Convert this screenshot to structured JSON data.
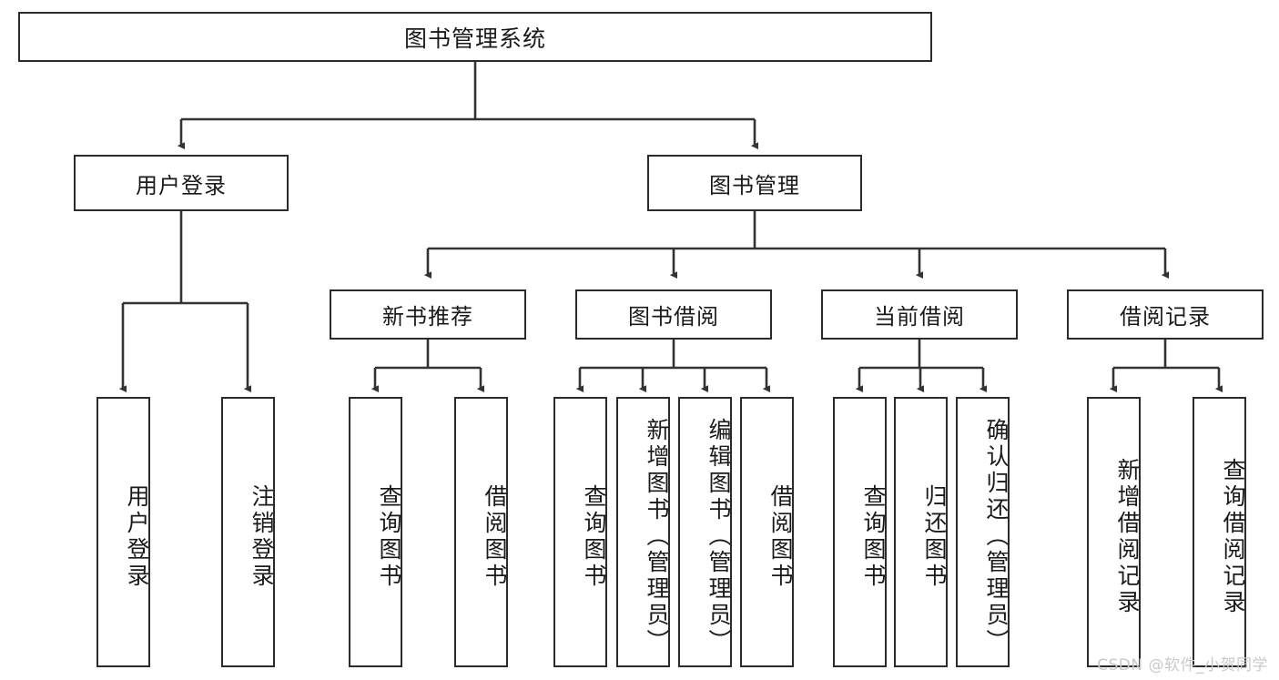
{
  "diagram": {
    "title": "图书管理系统",
    "type": "tree",
    "watermark": "CSDN @软件_小贺同学",
    "colors": {
      "box_border": "#2b2b2b",
      "box_fill": "#ffffff",
      "connector": "#333333",
      "text": "#1a1a1a",
      "watermark": "#c9c9c9"
    },
    "nodes": {
      "root": {
        "label": "图书管理系统",
        "level": 1
      },
      "level2": [
        {
          "id": "user-login",
          "label": "用户登录"
        },
        {
          "id": "book-manage",
          "label": "图书管理"
        }
      ],
      "level3": [
        {
          "id": "new-book-recommend",
          "label": "新书推荐",
          "parent": "book-manage"
        },
        {
          "id": "book-borrow",
          "label": "图书借阅",
          "parent": "book-manage"
        },
        {
          "id": "current-borrow",
          "label": "当前借阅",
          "parent": "book-manage"
        },
        {
          "id": "borrow-record",
          "label": "借阅记录",
          "parent": "book-manage"
        }
      ],
      "leaves": [
        {
          "id": "leaf-user-login",
          "label": "用户登录",
          "parent": "user-login"
        },
        {
          "id": "leaf-logout-login",
          "label": "注销登录",
          "parent": "user-login"
        },
        {
          "id": "leaf-query-book-1",
          "label": "查询图书",
          "parent": "new-book-recommend"
        },
        {
          "id": "leaf-borrow-book-1",
          "label": "借阅图书",
          "parent": "new-book-recommend"
        },
        {
          "id": "leaf-query-book-2",
          "label": "查询图书",
          "parent": "book-borrow"
        },
        {
          "id": "leaf-add-book",
          "label": "新增图书（管理员）",
          "parent": "book-borrow"
        },
        {
          "id": "leaf-edit-book",
          "label": "编辑图书（管理员）",
          "parent": "book-borrow"
        },
        {
          "id": "leaf-borrow-book-2",
          "label": "借阅图书",
          "parent": "book-borrow"
        },
        {
          "id": "leaf-query-book-3",
          "label": "查询图书",
          "parent": "current-borrow"
        },
        {
          "id": "leaf-return-book",
          "label": "归还图书",
          "parent": "current-borrow"
        },
        {
          "id": "leaf-confirm-return",
          "label": "确认归还（管理员）",
          "parent": "current-borrow"
        },
        {
          "id": "leaf-add-record",
          "label": "新增借阅记录",
          "parent": "borrow-record"
        },
        {
          "id": "leaf-query-record",
          "label": "查询借阅记录",
          "parent": "borrow-record"
        }
      ]
    }
  }
}
